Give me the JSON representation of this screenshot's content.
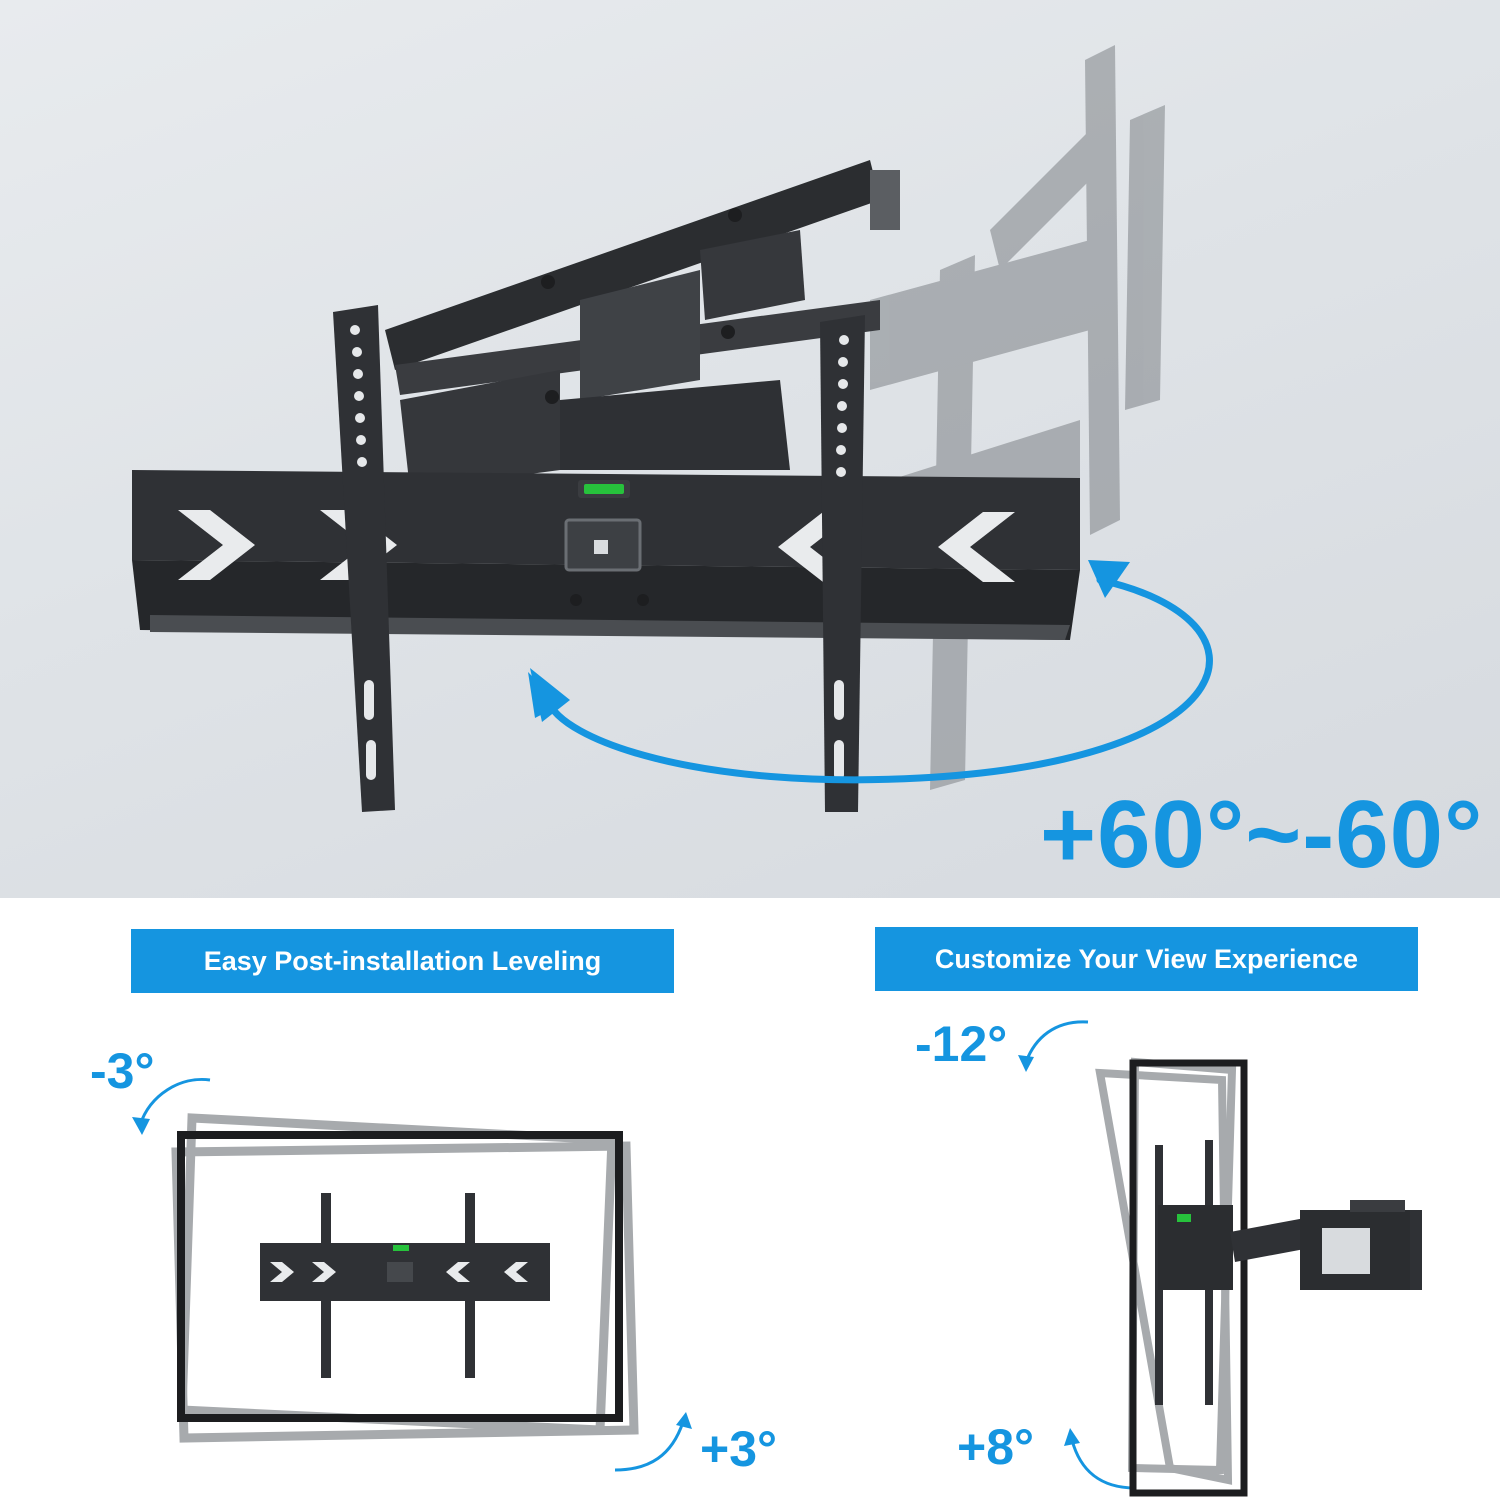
{
  "swivel": {
    "range_label": "+60°~-60°"
  },
  "leveling": {
    "banner": "Easy Post-installation Leveling",
    "minus_label": "-3°",
    "plus_label": "+3°"
  },
  "view": {
    "banner": "Customize Your View Experience",
    "minus_label": "-12°",
    "plus_label": "+8°"
  },
  "colors": {
    "accent": "#1595e0",
    "mount_black": "#2b2d30",
    "background": "#ffffff"
  }
}
